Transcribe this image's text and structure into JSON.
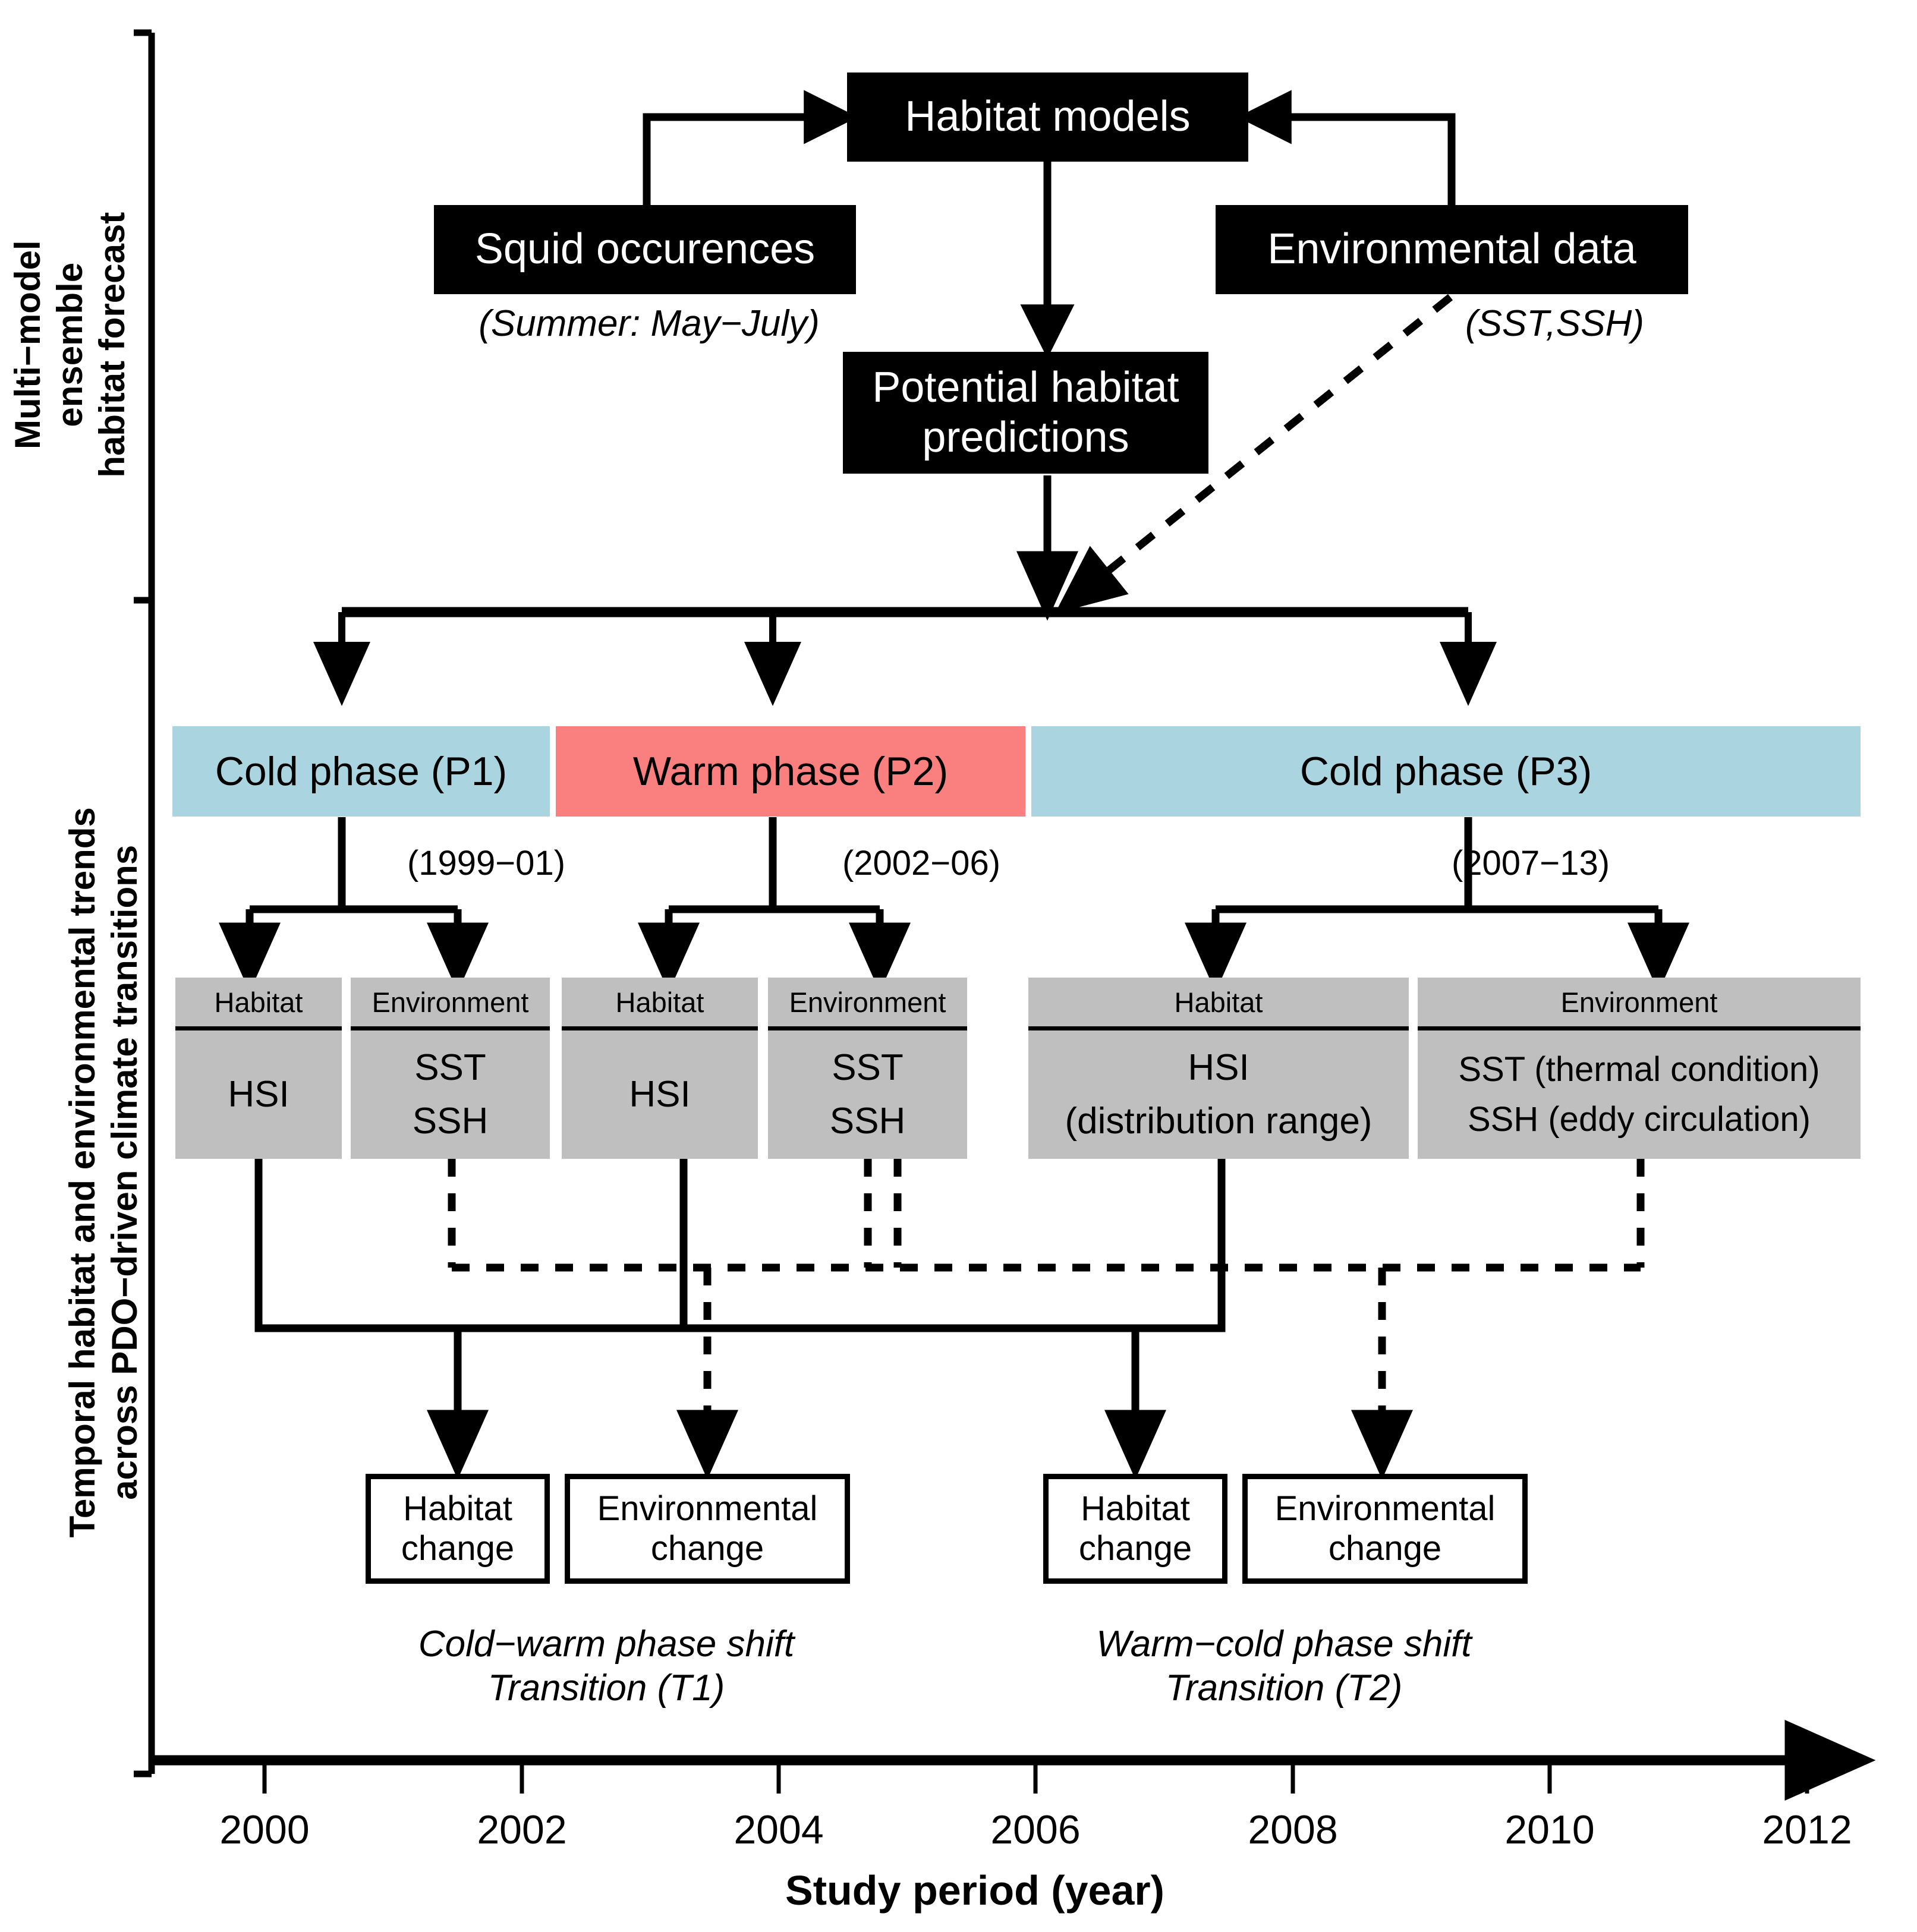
{
  "axes": {
    "left_top_label": "Multi−model ensemble\nhabitat forecast",
    "left_bottom_label": "Temporal habitat and environmental trends\nacross PDO−driven climate transitions",
    "x_title": "Study period (year)",
    "x_ticks": [
      "2000",
      "2002",
      "2004",
      "2006",
      "2008",
      "2010",
      "2012"
    ]
  },
  "flow": {
    "habitat_models": "Habitat models",
    "squid_occurrences": "Squid occurences",
    "squid_caption": "(Summer: May−July)",
    "environmental_data": "Environmental data",
    "environmental_caption": "(SST,SSH)",
    "potential_habitat": "Potential habitat\npredictions"
  },
  "phases": [
    {
      "label": "Cold phase (P1)",
      "years": "(1999−01)",
      "color": "#a9d4e0",
      "kind": "cold"
    },
    {
      "label": "Warm phase (P2)",
      "years": "(2002−06)",
      "color": "#fa7f7f",
      "kind": "warm"
    },
    {
      "label": "Cold phase (P3)",
      "years": "(2007−13)",
      "color": "#a9d4e0",
      "kind": "cold"
    }
  ],
  "metric_boxes": [
    {
      "head": "Habitat",
      "body": "HSI",
      "phase": "P1"
    },
    {
      "head": "Environment",
      "body": "SST\nSSH",
      "phase": "P1"
    },
    {
      "head": "Habitat",
      "body": "HSI",
      "phase": "P2"
    },
    {
      "head": "Environment",
      "body": "SST\nSSH",
      "phase": "P2"
    },
    {
      "head": "Habitat",
      "body": "HSI\n(distribution range)",
      "phase": "P3"
    },
    {
      "head": "Environment",
      "body": "SST (thermal condition)\nSSH (eddy circulation)",
      "phase": "P3"
    }
  ],
  "outcomes": [
    {
      "label": "Habitat\nchange",
      "group": "T1"
    },
    {
      "label": "Environmental\nchange",
      "group": "T1"
    },
    {
      "label": "Habitat\nchange",
      "group": "T2"
    },
    {
      "label": "Environmental\nchange",
      "group": "T2"
    }
  ],
  "transitions": [
    {
      "caption": "Cold−warm phase shift\nTransition (T1)"
    },
    {
      "caption": "Warm−cold phase shift\nTransition (T2)"
    }
  ],
  "colors": {
    "cold_phase": "#a9d4e0",
    "warm_phase": "#fa7f7f",
    "metric_box": "#bfbfbf",
    "ink": "#000000",
    "paper": "#ffffff"
  }
}
